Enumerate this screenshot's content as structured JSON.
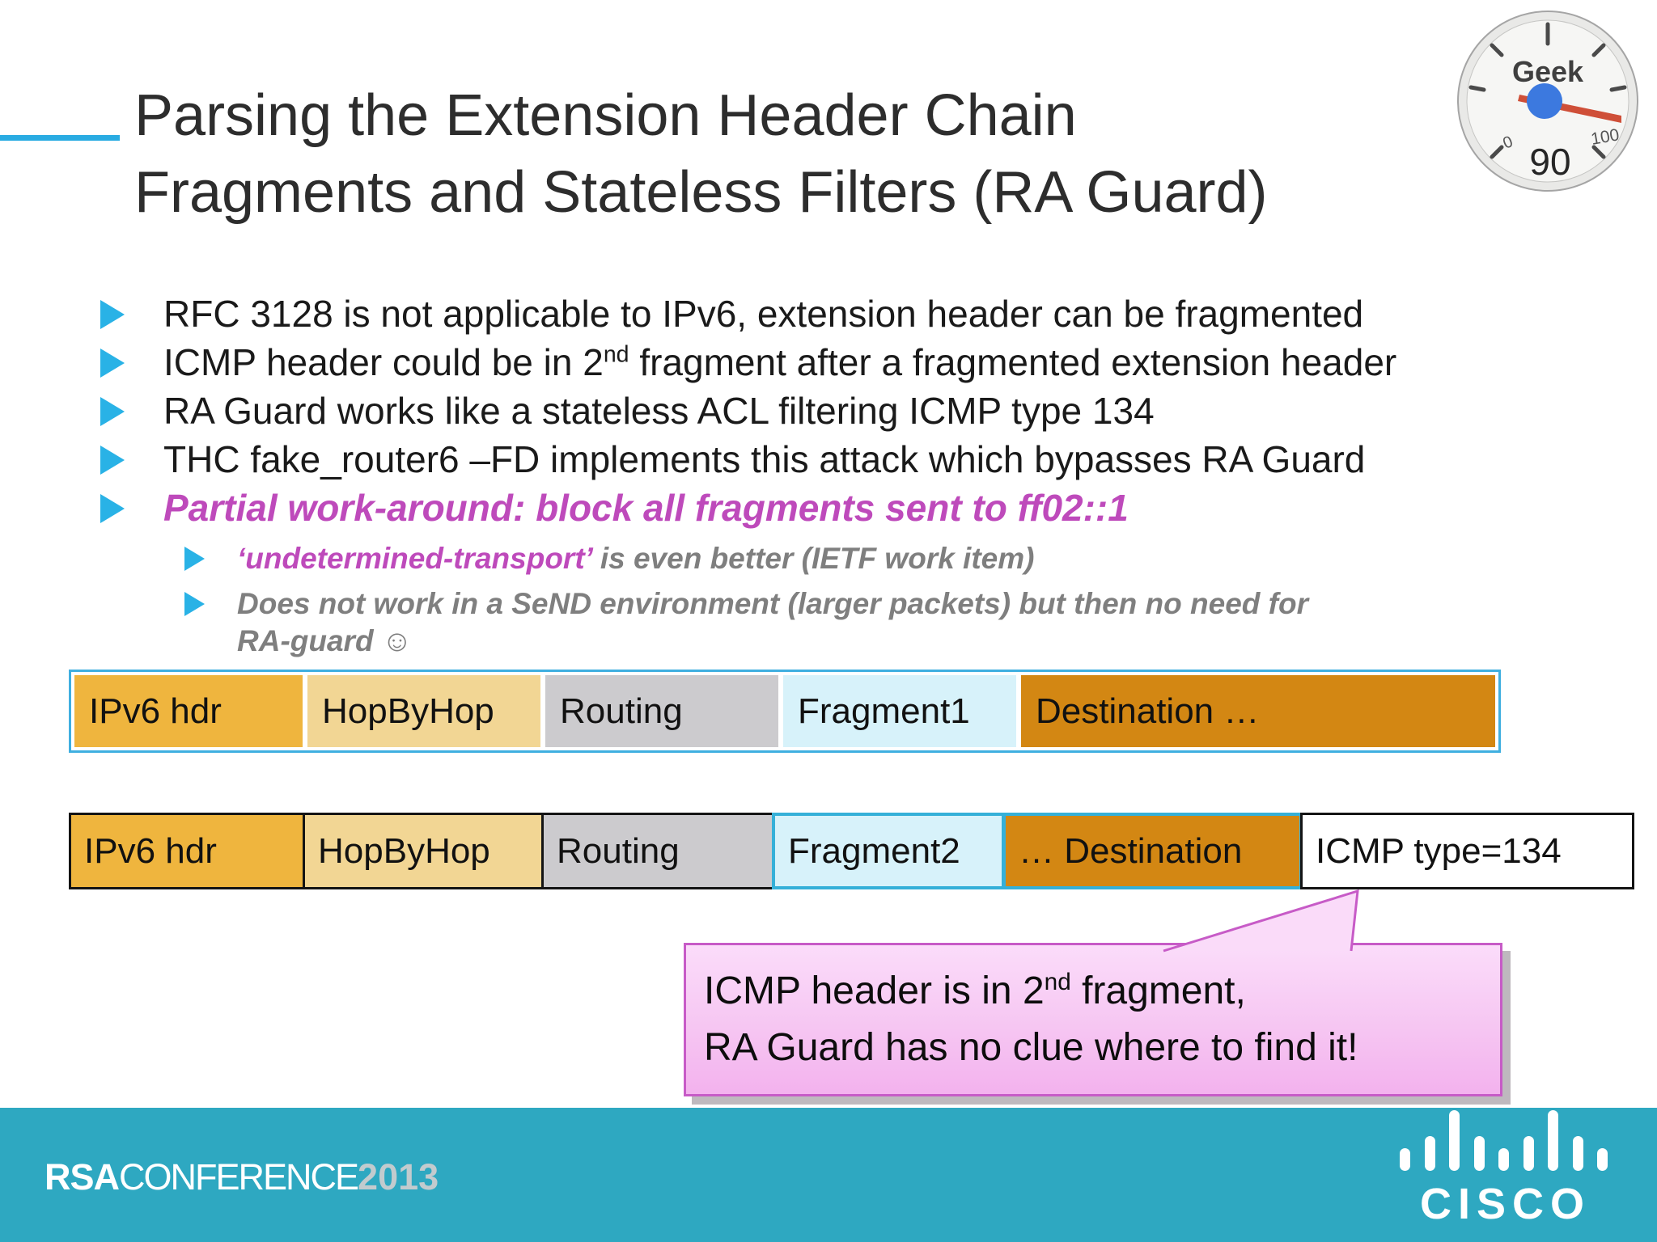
{
  "slide": {
    "title_line1": "Parsing the Extension Header Chain",
    "title_line2": "Fragments and Stateless Filters (RA Guard)"
  },
  "gauge": {
    "label": "Geek",
    "min": "0",
    "max": "100",
    "value": "90"
  },
  "bullets": {
    "b1": "RFC 3128 is not applicable to IPv6, extension header can be fragmented",
    "b2_pre": "ICMP header could be in 2",
    "b2_sup": "nd",
    "b2_post": " fragment after a fragmented extension header",
    "b3": "RA Guard works like a stateless ACL filtering ICMP type 134",
    "b4": "THC fake_router6 –FD implements this attack which bypasses RA Guard",
    "b5": "Partial work-around: block all fragments sent to ff02::1",
    "s1_highlight": "‘undetermined-transport’",
    "s1_rest": " is even better (IETF work item)",
    "s2_line1": "Does not work in a SeND environment (larger packets) but then no need for",
    "s2_line2": "RA-guard ☺"
  },
  "table1": {
    "cells": [
      {
        "label": "IPv6 hdr",
        "color": "#EFB53E"
      },
      {
        "label": "HopByHop",
        "color": "#F2D694"
      },
      {
        "label": "Routing",
        "color": "#CCCBCE"
      },
      {
        "label": "Fragment1",
        "color": "#D7F2FA"
      },
      {
        "label": "Destination …",
        "color": "#D38713"
      }
    ]
  },
  "table2": {
    "cells": [
      {
        "label": "IPv6 hdr",
        "color": "#EFB53E"
      },
      {
        "label": "HopByHop",
        "color": "#F2D694"
      },
      {
        "label": "Routing",
        "color": "#CCCBCE"
      },
      {
        "label": "Fragment2",
        "color": "#D7F2FA"
      },
      {
        "label": "… Destination",
        "color": "#D38713"
      },
      {
        "label": "ICMP type=134",
        "color": "#FFFFFF"
      }
    ]
  },
  "callout": {
    "line1_pre": "ICMP header is in 2",
    "line1_sup": "nd",
    "line1_post": " fragment,",
    "line2": "RA Guard has no clue where to find it!"
  },
  "footer": {
    "brand_rsa": "RSA",
    "brand_conference": "CONFERENCE",
    "brand_year": "2013",
    "cisco_wordmark": "CISCO"
  },
  "colors": {
    "accent": "#29ABE2",
    "bullet": "#29B2E6",
    "magenta": "#BE4ABB",
    "subgray": "#7F7F7F",
    "gold": "#EFB53E",
    "tan": "#F2D694",
    "cellgray": "#CCCBCE",
    "lightcyan": "#D7F2FA",
    "orange": "#D38713",
    "t1border": "#3FAFE0",
    "t2cyan": "#35B0D8",
    "calloutborder": "#C75BC7",
    "pinktop": "#FBDCFA",
    "pinkbottom": "#F3B2EE",
    "teal": "#2EA8C1",
    "yeargray": "#C2CBCE",
    "needle": "#CF4F38",
    "dot": "#3C79DF",
    "titlecolor": "#2D2D2D",
    "textcolor": "#1A1A1A"
  }
}
